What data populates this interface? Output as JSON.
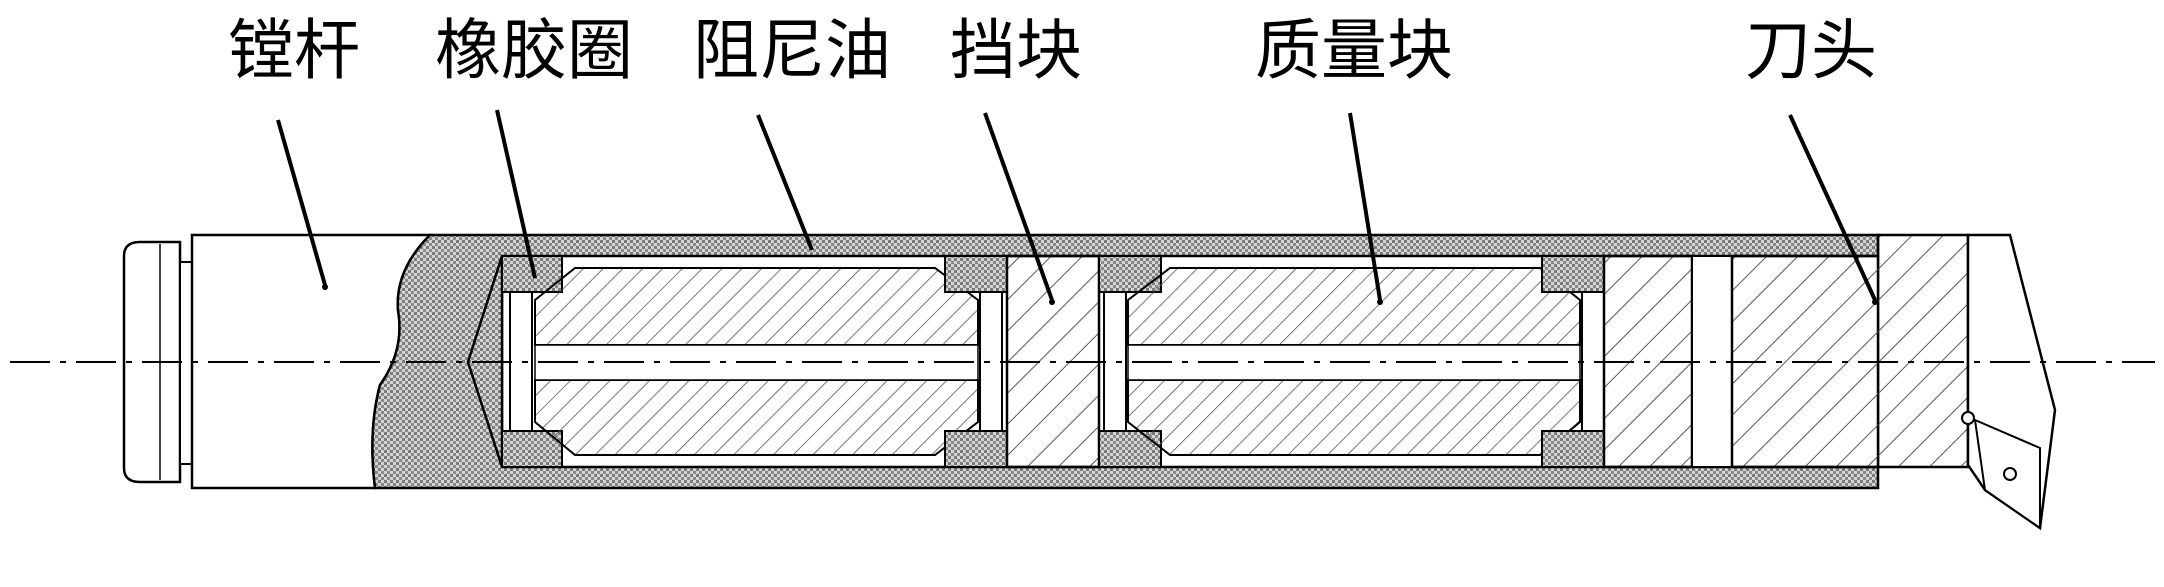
{
  "labels": {
    "boring_bar": "镗杆",
    "rubber_ring": "橡胶圈",
    "damping_oil": "阻尼油",
    "stop_block": "挡块",
    "mass_block": "质量块",
    "cutter_head": "刀头"
  },
  "colors": {
    "line": "#000000",
    "oil": "#cfcfcf",
    "hatch": "#555555",
    "background": "#ffffff"
  }
}
